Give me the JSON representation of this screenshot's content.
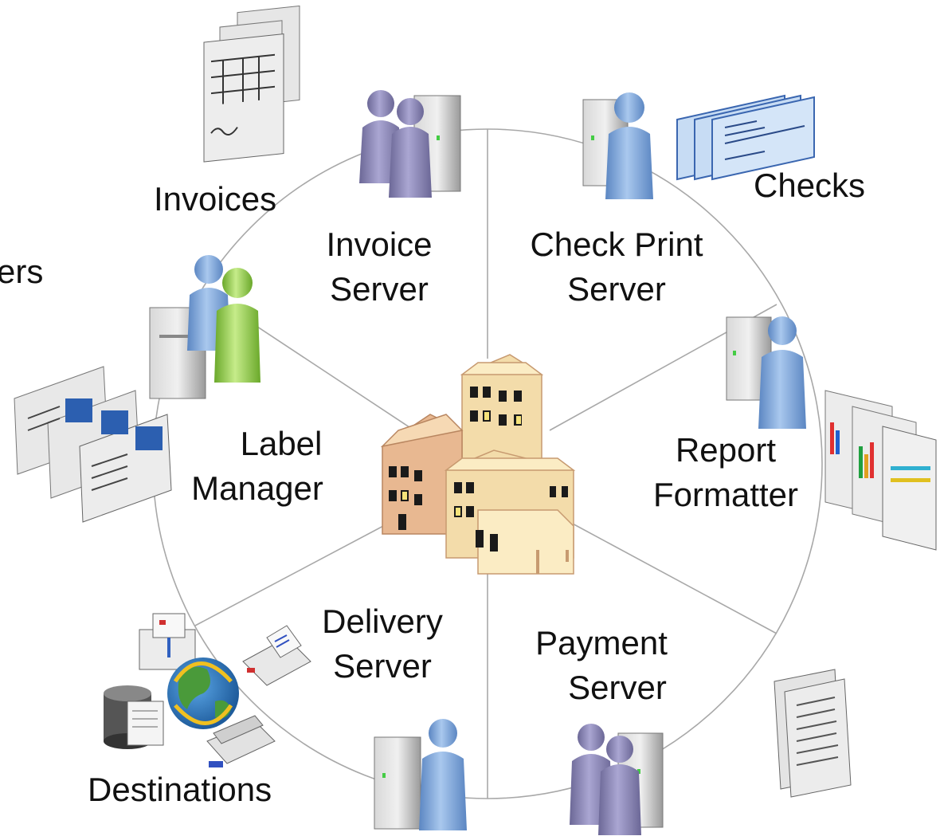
{
  "labels": {
    "invoices": "Invoices",
    "checks": "Checks",
    "partial_left": "ers",
    "invoice_server": [
      "Invoice",
      "Server"
    ],
    "check_print_server": [
      "Check Print",
      "Server"
    ],
    "label_manager": [
      "Label",
      "Manager"
    ],
    "report_formatter": [
      "Report",
      "Formatter"
    ],
    "delivery_server": [
      "Delivery",
      "Server"
    ],
    "payment_server": [
      "Payment",
      "Server"
    ],
    "destinations": "Destinations"
  },
  "colors": {
    "circle_line": "#a8a8a8",
    "server_body": "#b8b8b8",
    "person_blue": "#7fa7d8",
    "person_purple": "#8a86b8",
    "person_green": "#9acd50",
    "building": "#f3dcaa",
    "building_dark": "#d9a77c",
    "window": "#1a1a1a",
    "window_lit": "#f5e37a",
    "check_paper": "#c7dcf4",
    "globe_ocean": "#2a7ac2",
    "globe_land": "#4a9a3a"
  }
}
